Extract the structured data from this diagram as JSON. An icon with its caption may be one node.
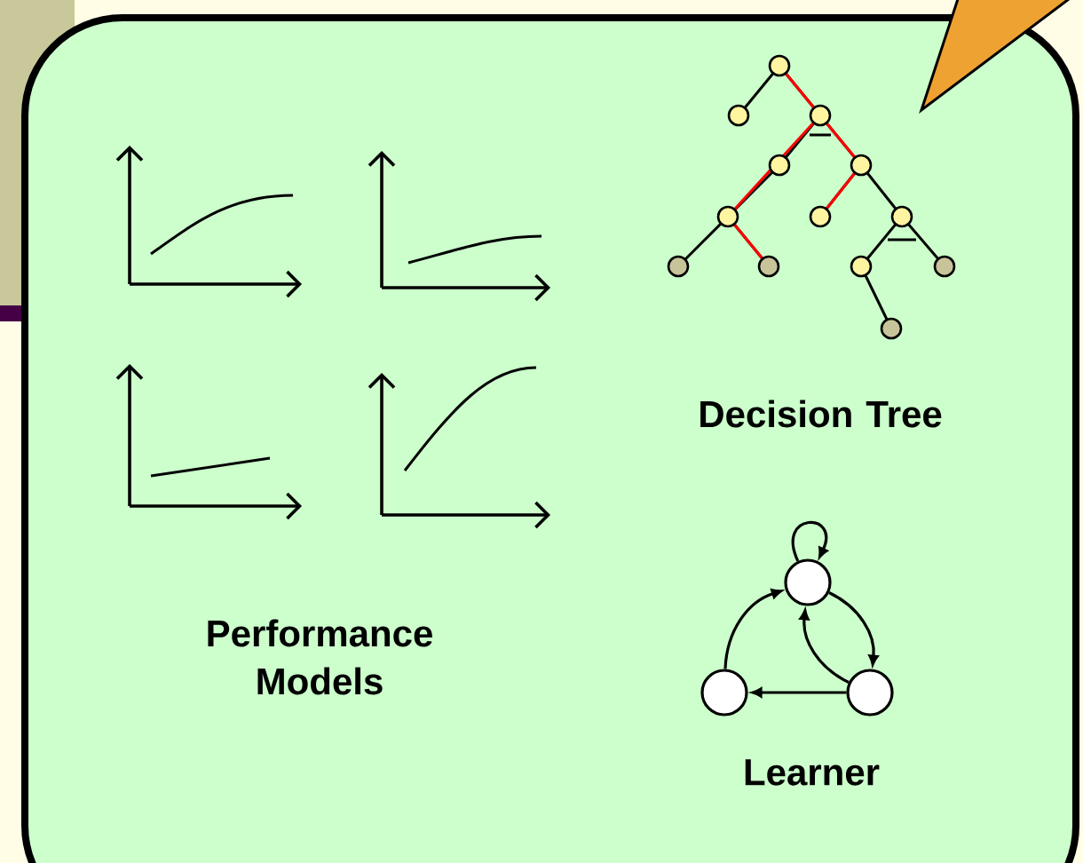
{
  "diagram": {
    "nodes": [
      {
        "text": [
          "Performance Models",
          "Decision Tree",
          "Learner"
        ]
      },
      {
        "text": [],
        "shape": "circle",
        "in": 0
      },
      {
        "text": [],
        "shape": "circle",
        "in": 0
      },
      {
        "text": [],
        "shape": "circle",
        "in": 0
      }
    ],
    "edges": [
      {
        "from": 1,
        "to": 1,
        "arrow": "to"
      },
      {
        "from": 2,
        "to": 1,
        "arrow": "to"
      },
      {
        "from": 1,
        "to": 3,
        "arrow": "to"
      },
      {
        "from": 3,
        "to": 1,
        "arrow": "to"
      },
      {
        "from": 3,
        "to": 2,
        "arrow": "to"
      }
    ]
  }
}
